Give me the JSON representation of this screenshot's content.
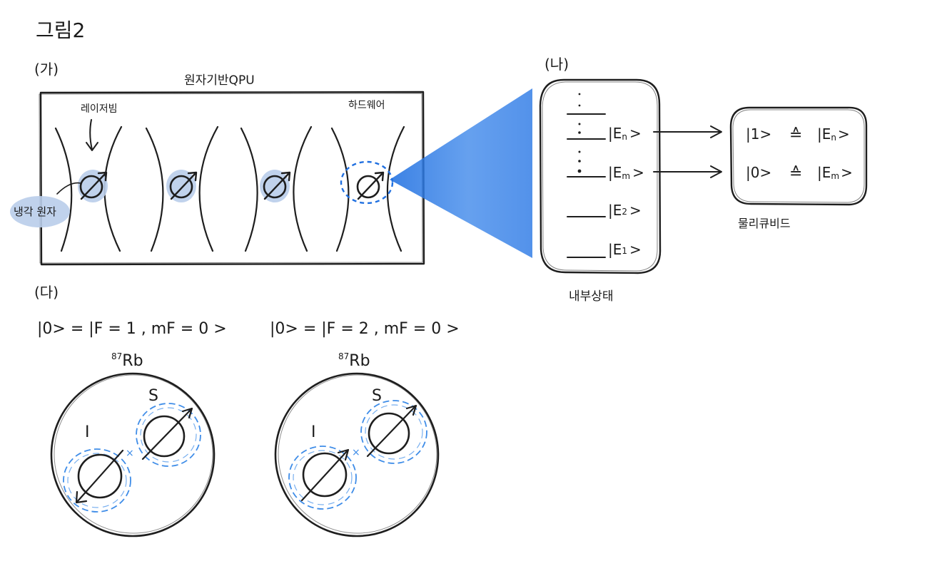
{
  "figure": {
    "title": "그림2"
  },
  "panel_a": {
    "label": "(가)",
    "box_title": "원자기반QPU",
    "laser_label": "레이저빔",
    "hardware_label": "하드웨어",
    "cold_atom_label": "냉각 원자",
    "atom_symbol": "Ø",
    "atom_count": 4
  },
  "panel_b": {
    "label": "(나)",
    "internal_states_label": "내부상태",
    "levels": [
      {
        "text": "|E",
        "sub": "n",
        "close": ">"
      },
      {
        "text": "|E",
        "sub": "m",
        "close": ">"
      },
      {
        "text": "|E",
        "sub": "2",
        "close": ">"
      },
      {
        "text": "|E",
        "sub": "1",
        "close": ">"
      }
    ],
    "qubit_label": "물리큐비드",
    "qubit_map": [
      {
        "left": "|1>",
        "equiv": "≙",
        "right": "|E",
        "sub": "n",
        "close": ">"
      },
      {
        "left": "|0>",
        "equiv": "≙",
        "right": "|E",
        "sub": "m",
        "close": ">"
      }
    ]
  },
  "panel_c": {
    "label": "(다)",
    "states": [
      {
        "formula": "|0> = |F = 1 , mF = 0 >",
        "isotope_mass": "87",
        "element": "Rb",
        "nuclear_spin": "I",
        "electron_spin": "S"
      },
      {
        "formula": "|0> = |F = 2 , mF = 0 >",
        "isotope_mass": "87",
        "element": "Rb",
        "nuclear_spin": "I",
        "electron_spin": "S"
      }
    ]
  },
  "colors": {
    "ink": "#1e1e1e",
    "accent_blue": "#1f6fe0",
    "atom_halo": "#b9cdea",
    "dashed_blue": "#3f8de8"
  }
}
